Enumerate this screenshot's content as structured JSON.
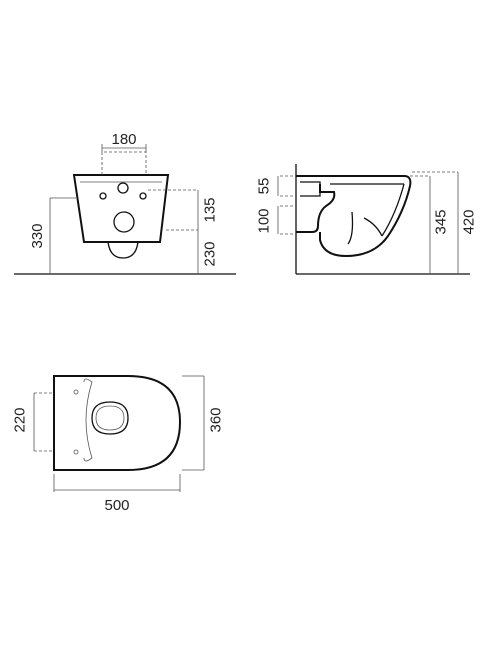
{
  "front_view": {
    "dim_width": "180",
    "dim_left_height": "330",
    "dim_upper_right": "135",
    "dim_lower_right": "230"
  },
  "side_view": {
    "dim_top": "55",
    "dim_middle": "100",
    "dim_right_inner": "345",
    "dim_right_outer": "420"
  },
  "top_view": {
    "dim_left": "220",
    "dim_right": "360",
    "dim_bottom": "500"
  },
  "colors": {
    "line": "#111111",
    "dimension": "#555555"
  }
}
